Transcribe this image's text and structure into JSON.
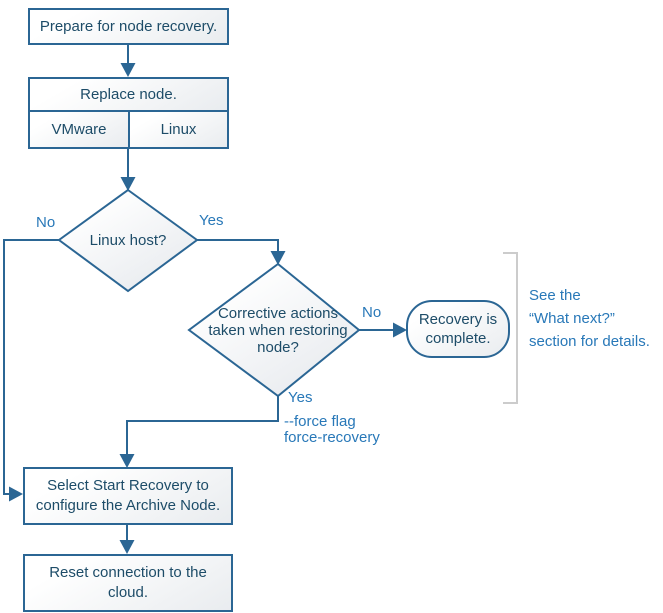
{
  "title": "Archive Node recovery flowchart",
  "colors": {
    "line": "#2b6694",
    "node_text": "#1d4c68",
    "label_text": "#2878b8",
    "bracket": "#cccccc"
  },
  "nodes": {
    "prepare": "Prepare for node recovery.",
    "replace": "Replace node.",
    "replace_options": [
      "VMware",
      "Linux"
    ],
    "linux_host": "Linux host?",
    "corrective": "Corrective actions taken when restoring node?",
    "recovery_complete": "Recovery is complete.",
    "select_start": "Select Start Recovery to configure the Archive Node.",
    "reset_connection": "Reset connection to the cloud."
  },
  "labels": {
    "no1": "No",
    "yes1": "Yes",
    "no2": "No",
    "yes2": "Yes",
    "force_note": "--force flag\nforce-recovery",
    "side_note": "See the\n“What next?”\nsection for details."
  }
}
